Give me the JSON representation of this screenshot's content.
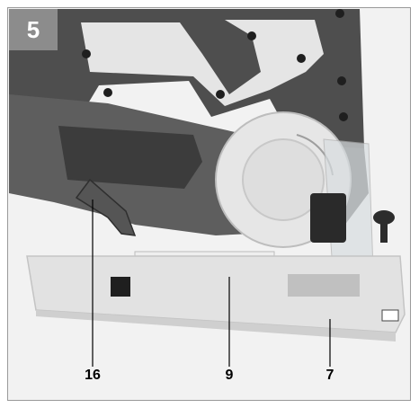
{
  "figure": {
    "number": "5",
    "callouts": [
      "16",
      "9",
      "7"
    ]
  },
  "colors": {
    "badge": "#8c8c8c",
    "housing_dark": "#4a4a4a",
    "housing_mid": "#6e6e6e",
    "base_plate": "#e2e2e2",
    "frame": "#9a9a9a"
  }
}
